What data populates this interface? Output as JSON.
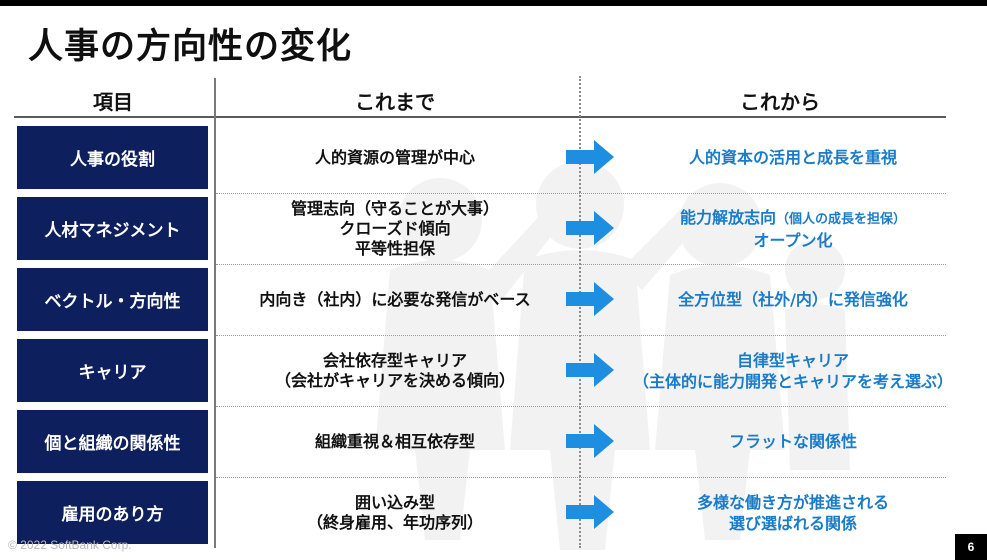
{
  "slide": {
    "title": "人事の方向性の変化",
    "headers": {
      "item": "項目",
      "before": "これまで",
      "after": "これから"
    },
    "rows": [
      {
        "label": "人事の役割",
        "before": [
          "人的資源の管理が中心"
        ],
        "after": [
          "人的資本の活用と成長を重視"
        ],
        "after_small": ""
      },
      {
        "label": "人材マネジメント",
        "before": [
          "管理志向（守ることが大事）",
          "クローズド傾向",
          "平等性担保"
        ],
        "after": [
          "能力解放志向",
          "オープン化"
        ],
        "after_small": "（個人の成長を担保）"
      },
      {
        "label": "ベクトル・方向性",
        "before": [
          "内向き（社内）に必要な発信がベース"
        ],
        "after": [
          "全方位型（社外/内）に発信強化"
        ],
        "after_small": ""
      },
      {
        "label": "キャリア",
        "before": [
          "会社依存型キャリア",
          "（会社がキャリアを決める傾向）"
        ],
        "after": [
          "自律型キャリア",
          "（主体的に能力開発とキャリアを考え選ぶ）"
        ],
        "after_small": ""
      },
      {
        "label": "個と組織の関係性",
        "before": [
          "組織重視＆相互依存型"
        ],
        "after": [
          "フラットな関係性"
        ],
        "after_small": ""
      },
      {
        "label": "雇用のあり方",
        "before": [
          "囲い込み型",
          "（終身雇用、年功序列）"
        ],
        "after": [
          "多様な働き方が推進される",
          "選び選ばれる関係"
        ],
        "after_small": ""
      }
    ],
    "footer": "© 2022 SoftBank Corp.",
    "page_number": "6"
  },
  "colors": {
    "label_bg": "#0d1f5c",
    "after_text": "#1a7cc9",
    "arrow": "#1e8fe0"
  }
}
